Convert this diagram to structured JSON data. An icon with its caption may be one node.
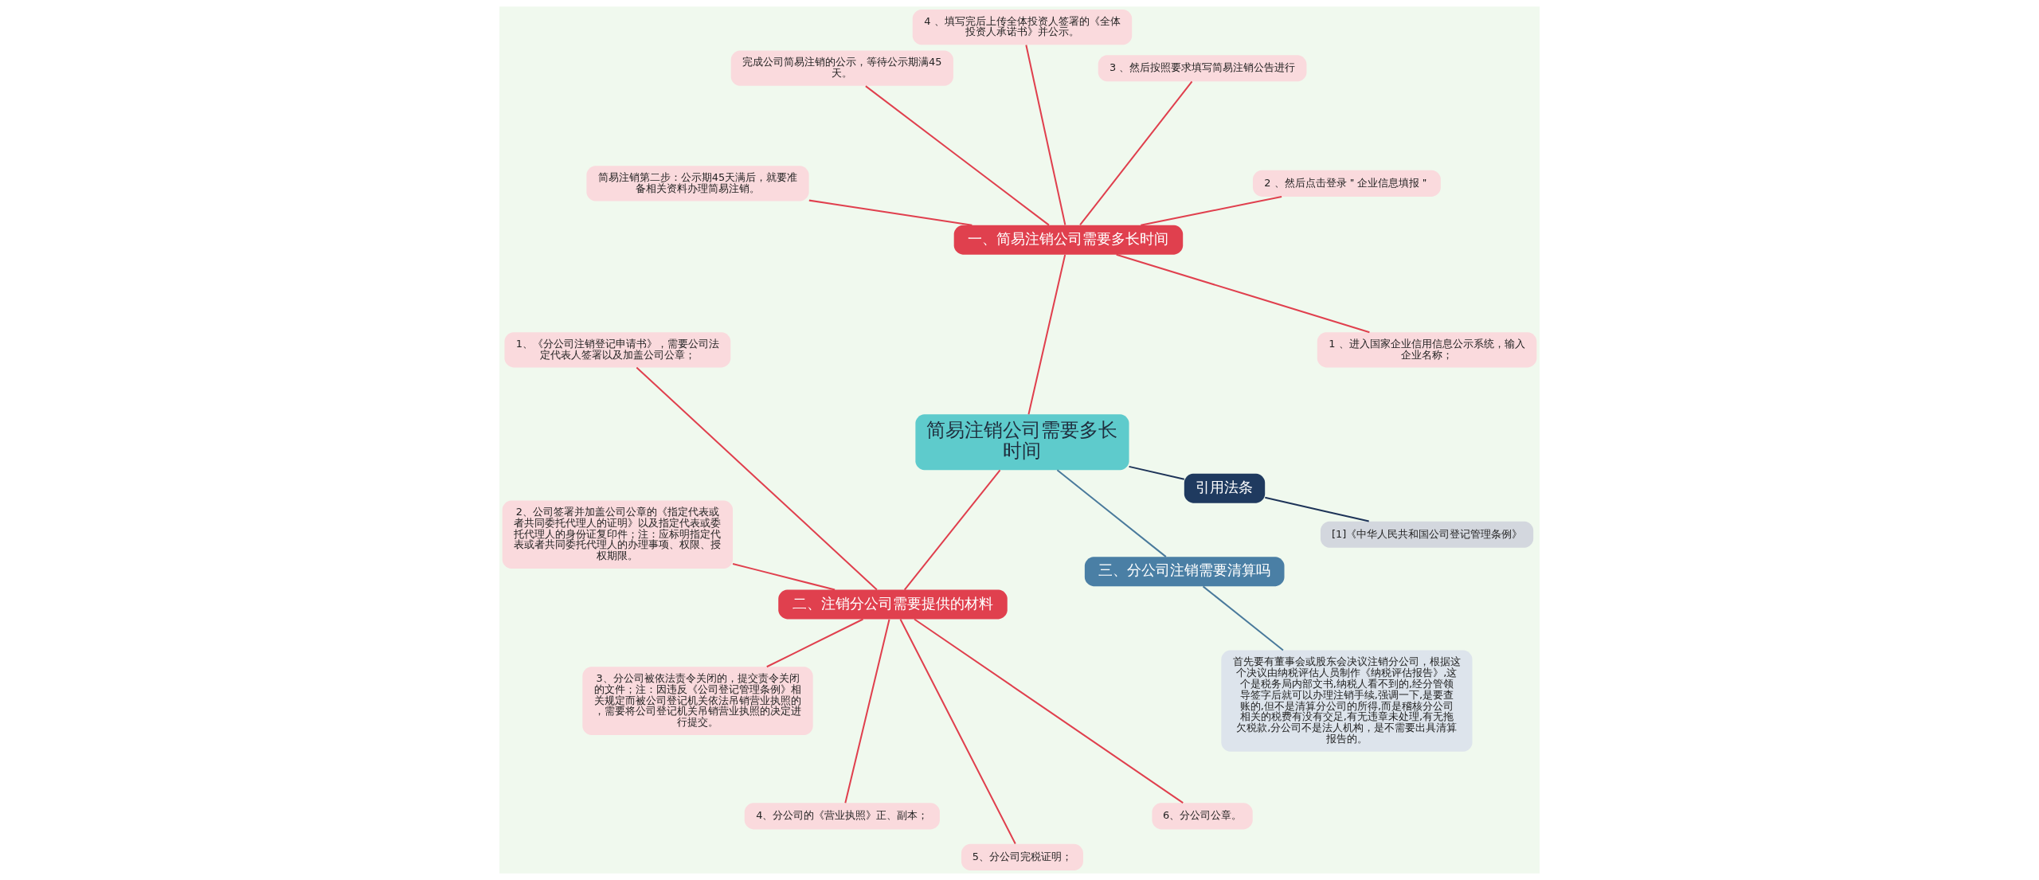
{
  "diagram": {
    "nodes": [
      {
        "text": [
          "简易注销公司需要多长时间"
        ]
      },
      {
        "text": [
          "一、简易注销公司需要多长时间"
        ]
      },
      {
        "text": [
          "1 、进入国家企业信用信息公示系统，输入企业名称；"
        ]
      },
      {
        "text": [
          "2 、然后点击登录＂企业信息填报＂"
        ]
      },
      {
        "text": [
          "3 、然后按照要求填写简易注销公告进行"
        ]
      },
      {
        "text": [
          "4 、填写完后上传全体投资人签署的《全体投资人承诺书》并公示。"
        ]
      },
      {
        "text": [
          "完成公司简易注销的公示，等待公示期满45天。"
        ]
      },
      {
        "text": [
          "简易注销第二步：公示期45天满后，就要准备相关资料办理简易注销。"
        ]
      },
      {
        "text": [
          "二、注销分公司需要提供的材料"
        ]
      },
      {
        "text": [
          "1、《分公司注销登记申请书》，需要公司法定代表人签署以及加盖公司公章；"
        ]
      },
      {
        "text": [
          "2、公司签署并加盖公司公章的《指定代表或者共同委托代理人的证明》以及指定代表或委托代理人的身份证复印件；注：应标明指定代表或者共同委托代理人的办理事项、权限、授权期限。"
        ]
      },
      {
        "text": [
          "3、分公司被依法责令关闭的，提交责令关闭的文件；注：因违反《公司登记管理条例》相关规定而被公司登记机关依法吊销营业执照的，需要将公司登记机关吊销营业执照的决定进行提交。"
        ]
      },
      {
        "text": [
          "4、分公司的《营业执照》正、副本；"
        ]
      },
      {
        "text": [
          "5、分公司完税证明；"
        ]
      },
      {
        "text": [
          "6、分公司公章。"
        ]
      },
      {
        "text": [
          "三、分公司注销需要清算吗"
        ]
      },
      {
        "text": [
          "首先要有董事会或股东会决议注销分公司，根据这个决议由纳税评估人员制作《纳税评估报告》,这个是税务局内部文书,纳税人看不到的,经分管领导签字后就可以办理注销手续,强调一下,是要查账的,但不是清算分公司的所得,而是稽核分公司相关的税费有没有交足,有无违章未处理,有无拖欠税款,分公司不是法人机构，是不需要出具清算报告的。"
        ]
      },
      {
        "text": [
          "引用法条"
        ]
      },
      {
        "text": [
          "[1]《中华人民共和国公司登记管理条例》"
        ]
      }
    ],
    "edges": [
      {
        "from": 0,
        "to": 1,
        "arrow": "none"
      },
      {
        "from": 1,
        "to": 2,
        "arrow": "none"
      },
      {
        "from": 1,
        "to": 3,
        "arrow": "none"
      },
      {
        "from": 1,
        "to": 4,
        "arrow": "none"
      },
      {
        "from": 1,
        "to": 5,
        "arrow": "none"
      },
      {
        "from": 1,
        "to": 6,
        "arrow": "none"
      },
      {
        "from": 1,
        "to": 7,
        "arrow": "none"
      },
      {
        "from": 0,
        "to": 8,
        "arrow": "none"
      },
      {
        "from": 8,
        "to": 9,
        "arrow": "none"
      },
      {
        "from": 8,
        "to": 10,
        "arrow": "none"
      },
      {
        "from": 8,
        "to": 11,
        "arrow": "none"
      },
      {
        "from": 8,
        "to": 12,
        "arrow": "none"
      },
      {
        "from": 8,
        "to": 13,
        "arrow": "none"
      },
      {
        "from": 8,
        "to": 14,
        "arrow": "none"
      },
      {
        "from": 0,
        "to": 15,
        "arrow": "none",
        "color": "#4a7a9c"
      },
      {
        "from": 15,
        "to": 16,
        "arrow": "none",
        "color": "#4a7a9c"
      },
      {
        "from": 0,
        "to": 17,
        "arrow": "none",
        "color": "#1e3458"
      },
      {
        "from": 17,
        "to": 18,
        "arrow": "none",
        "color": "#1e3458"
      }
    ]
  }
}
